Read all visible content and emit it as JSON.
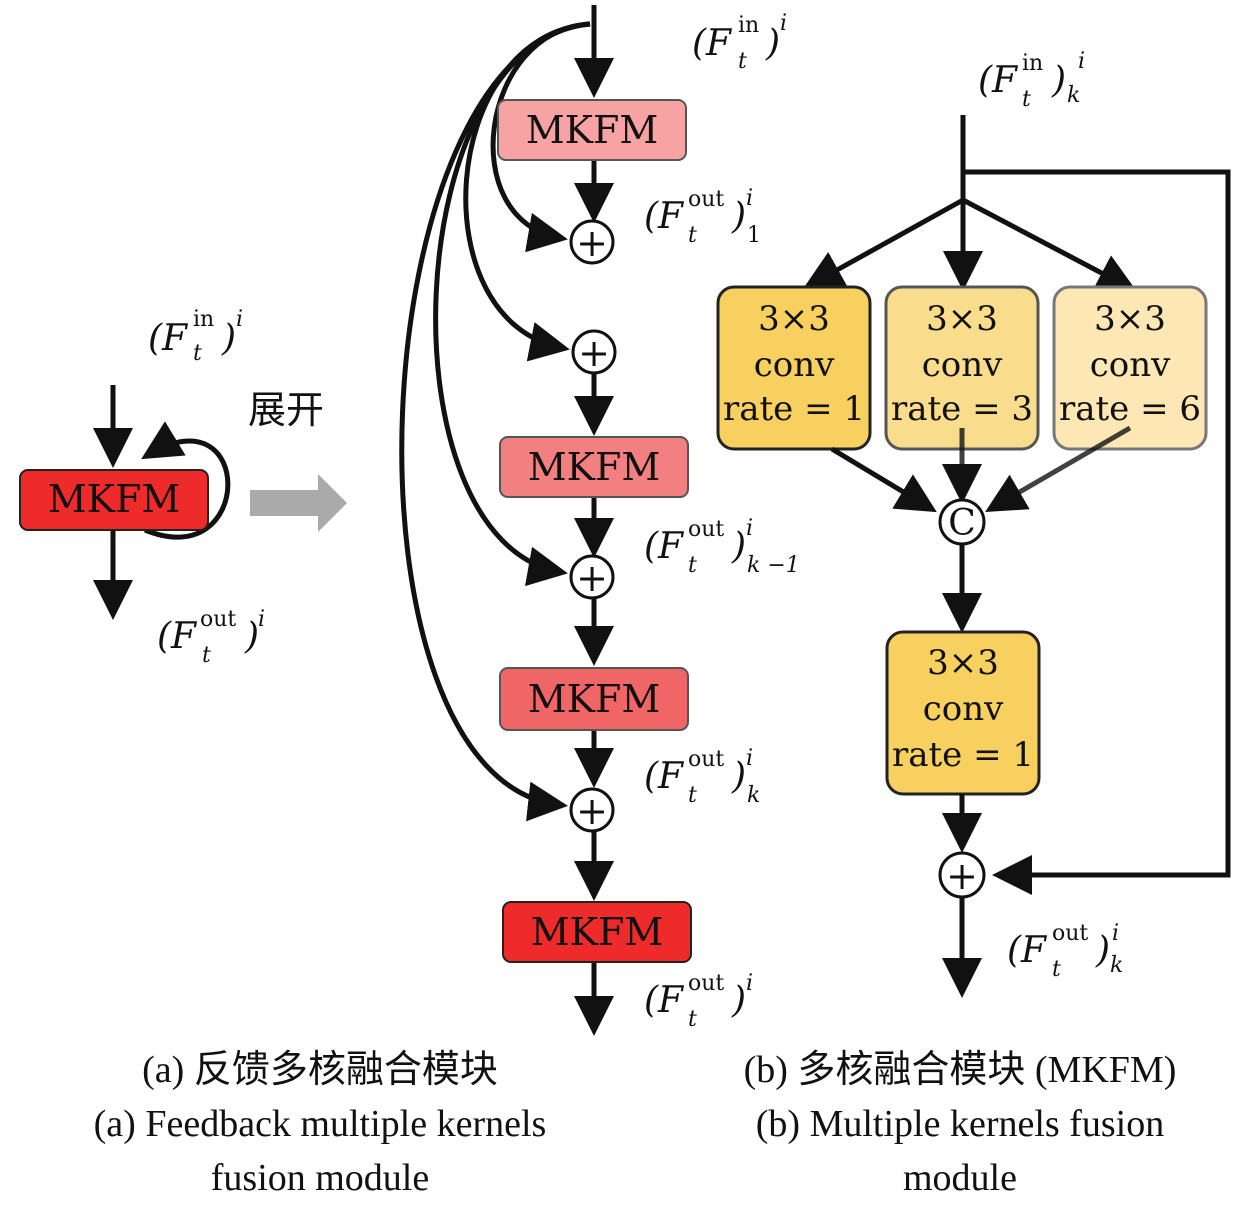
{
  "colors": {
    "mkfm_red": "#ee2a2a",
    "mkfm_light1": "#f7a3a3",
    "mkfm_light2": "#f38080",
    "mkfm_light3": "#f06666",
    "conv_rate1": "#f7d060",
    "conv_rate3": "#fadd8c",
    "conv_rate6": "#fce7b5",
    "arrow_grey": "#aaaaaa"
  },
  "left": {
    "block_label": "MKFM",
    "in_label": {
      "base": "(F",
      "sup": "in",
      "sub": "t",
      "close": ")",
      "outer_sup": "i"
    },
    "out_label": {
      "base": "(F",
      "sup": "out",
      "sub": "t",
      "close": ")",
      "outer_sup": "i"
    },
    "unfold_label": "展开"
  },
  "middle": {
    "blocks": [
      "MKFM",
      "MKFM",
      "MKFM",
      "MKFM"
    ],
    "plus": "+",
    "in_label": {
      "base": "(F",
      "sup": "in",
      "sub": "t",
      "close": ")",
      "outer_sup": "i"
    },
    "out_labels": [
      {
        "base": "(F",
        "sup": "out",
        "sub": "t",
        "close": ")",
        "outer_sup": "i",
        "outer_sub": "1"
      },
      {
        "base": "(F",
        "sup": "out",
        "sub": "t",
        "close": ")",
        "outer_sup": "i",
        "outer_sub": "k −1"
      },
      {
        "base": "(F",
        "sup": "out",
        "sub": "t",
        "close": ")",
        "outer_sup": "i",
        "outer_sub": "k"
      },
      {
        "base": "(F",
        "sup": "out",
        "sub": "t",
        "close": ")",
        "outer_sup": "i",
        "outer_sub": ""
      }
    ]
  },
  "right": {
    "in_label": {
      "base": "(F",
      "sup": "in",
      "sub": "t",
      "close": ")",
      "outer_sup": "i",
      "outer_sub": "k"
    },
    "out_label": {
      "base": "(F",
      "sup": "out",
      "sub": "t",
      "close": ")",
      "outer_sup": "i",
      "outer_sub": "k"
    },
    "convs": [
      {
        "l1": "3×3",
        "l2": "conv",
        "l3": "rate = 1"
      },
      {
        "l1": "3×3",
        "l2": "conv",
        "l3": "rate = 3"
      },
      {
        "l1": "3×3",
        "l2": "conv",
        "l3": "rate = 6"
      }
    ],
    "final_conv": {
      "l1": "3×3",
      "l2": "conv",
      "l3": "rate = 1"
    },
    "concat": "C",
    "plus": "+"
  },
  "captions": {
    "a_cn": "(a) 反馈多核融合模块",
    "a_en1": "(a) Feedback multiple kernels",
    "a_en2": "fusion module",
    "b_cn": "(b) 多核融合模块 (MKFM)",
    "b_en1": "(b) Multiple kernels fusion",
    "b_en2": "module"
  }
}
